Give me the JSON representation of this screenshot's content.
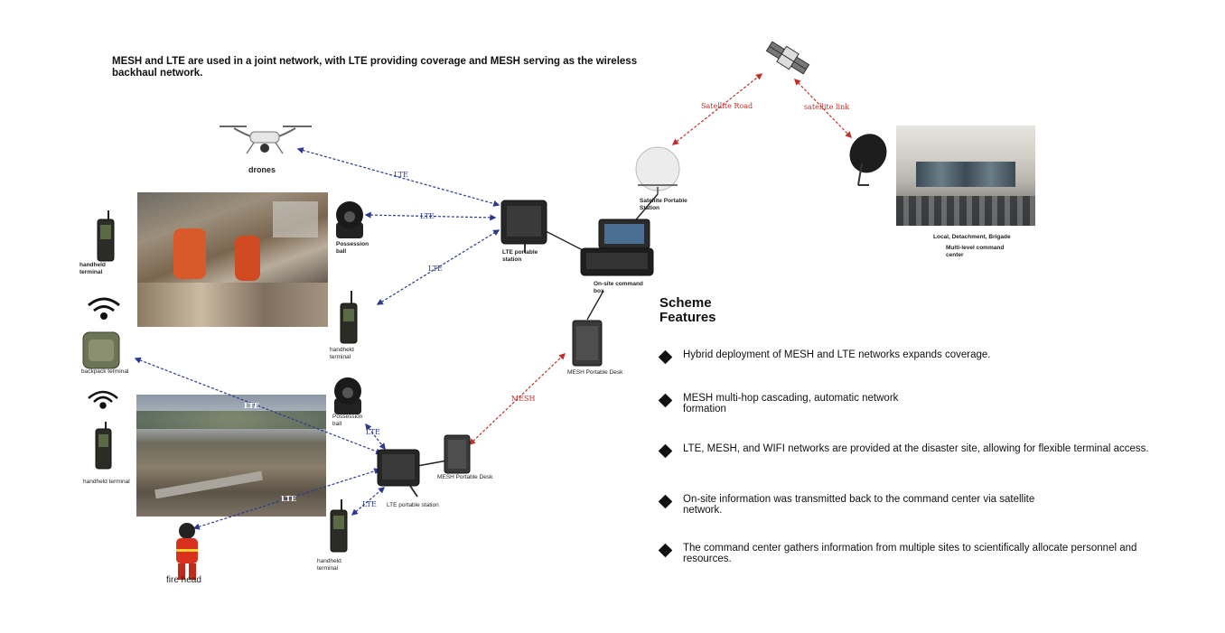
{
  "headline": "MESH and LTE are used in a joint network, with LTE providing coverage and MESH serving as the wireless backhaul network.",
  "labels": {
    "drones": "drones",
    "possession_ball_1": "Possession ball",
    "possession_ball_2": "Possession ball",
    "handheld_terminal_tl": "handheld terminal",
    "handheld_terminal_mid": "handheld terminal",
    "handheld_terminal_left": "handheld terminal",
    "handheld_terminal_bottom": "handheld terminal",
    "backpack_terminal": "backpack terminal",
    "lte_portable_station_1": "LTE portable station",
    "lte_portable_station_2": "LTE portable station",
    "mesh_portable_desk_1": "MESH Portable Desk",
    "mesh_portable_desk_2": "MESH Portable Desk",
    "onsite_command_box": "On-site command box",
    "satellite_portable_station": "Satellite Portable Station",
    "command_center_levels": "Local, Detachment, Brigade",
    "command_center_name": "Multi-level command center",
    "fire_head": "fire head"
  },
  "links": {
    "lte": "LTE",
    "mesh": "MESH",
    "satellite_road": "Satellite Road",
    "satellite_link": "satellite link"
  },
  "colors": {
    "lte_link": "#2b3a8c",
    "mesh_link": "#c0302b",
    "satellite_link": "#c0302b"
  },
  "features": {
    "title": "Scheme Features",
    "items": [
      "Hybrid deployment of MESH and LTE networks expands coverage.",
      "MESH multi-hop cascading, automatic network formation",
      "LTE, MESH, and WIFI networks are provided at the disaster site, allowing for flexible terminal access.",
      "On-site information was transmitted back to the command center via satellite network.",
      "The command center gathers information from multiple sites to scientifically allocate personnel and resources."
    ]
  },
  "icons": [
    "drone-icon",
    "satellite-icon",
    "satellite-dish-icon",
    "wifi-icon",
    "signal-icon",
    "handheld-terminal-icon",
    "camera-ball-icon",
    "portable-station-icon",
    "command-box-icon",
    "firefighter-icon"
  ]
}
